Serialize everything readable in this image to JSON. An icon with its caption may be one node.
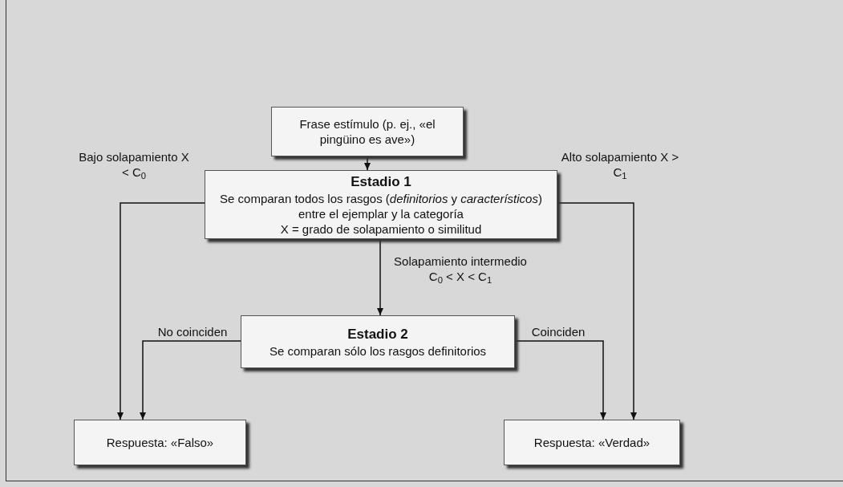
{
  "diagram": {
    "nodes": [
      {
        "text": [
          "Frase estímulo (p. ej., «el pingüino es ave»)"
        ]
      },
      {
        "text": [
          "Estadio 1",
          "Se comparan todos los rasgos (*definitorios* y *característicos*) entre el ejemplar y la categoría",
          "X = grado de solapamiento o similitud"
        ]
      },
      {
        "text": [
          "Estadio 2",
          "Se comparan sólo los rasgos definitorios"
        ]
      },
      {
        "text": [
          "Respuesta: «Falso»"
        ]
      },
      {
        "text": [
          "Respuesta: «Verdad»"
        ]
      }
    ],
    "edges": [
      {
        "from": 0,
        "to": 1,
        "arrow": "to"
      },
      {
        "from": 1,
        "to": 3,
        "arrow": "to",
        "label": "Bajo solapamiento X < C$_{0}$"
      },
      {
        "from": 1,
        "to": 4,
        "arrow": "to",
        "label": "Alto solapamiento X > C$_{1}$"
      },
      {
        "from": 1,
        "to": 2,
        "arrow": "to",
        "label": "Solapamiento intermedio C$_{0}$ < X < C$_{1}$"
      },
      {
        "from": 2,
        "to": 3,
        "arrow": "to",
        "label": "No coinciden"
      },
      {
        "from": 2,
        "to": 4,
        "arrow": "to",
        "label": "Coinciden"
      }
    ]
  }
}
